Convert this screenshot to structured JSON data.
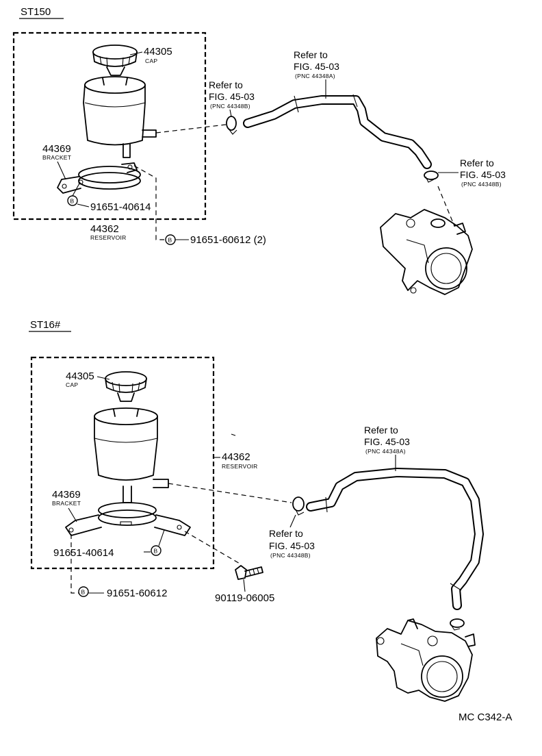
{
  "sections": [
    {
      "heading": "ST150",
      "cap": {
        "pnc": "44305",
        "name": "CAP"
      },
      "bracket": {
        "pnc": "44369",
        "name": "BRACKET"
      },
      "reservoir": {
        "pnc": "44362",
        "name": "RESERVOIR"
      },
      "bolt_a": {
        "marker": "B",
        "pnc": "91651-40614"
      },
      "bolt_b": {
        "marker": "B",
        "pnc": "91651-60612 (2)"
      },
      "refs": [
        {
          "line1": "Refer to",
          "line2": "FIG. 45-03",
          "line3": "(PNC 44348A)"
        },
        {
          "line1": "Refer to",
          "line2": "FIG. 45-03",
          "line3": "(PNC 44348B)"
        },
        {
          "line1": "Refer to",
          "line2": "FIG. 45-03",
          "line3": "(PNC 44348B)"
        }
      ]
    },
    {
      "heading": "ST16#",
      "cap": {
        "pnc": "44305",
        "name": "CAP"
      },
      "bracket": {
        "pnc": "44369",
        "name": "BRACKET"
      },
      "reservoir": {
        "pnc": "44362",
        "name": "RESERVOIR"
      },
      "bolt_a": {
        "marker": "B",
        "pnc": "91651-40614"
      },
      "bolt_b": {
        "marker": "B",
        "pnc": "91651-60612"
      },
      "bolt_c": {
        "pnc": "90119-06005"
      },
      "refs": [
        {
          "line1": "Refer to",
          "line2": "FIG. 45-03",
          "line3": "(PNC 44348A)"
        },
        {
          "line1": "Refer to",
          "line2": "FIG. 45-03",
          "line3": "(PNC 44348B)"
        }
      ]
    }
  ],
  "figure_code": "MC C342-A"
}
